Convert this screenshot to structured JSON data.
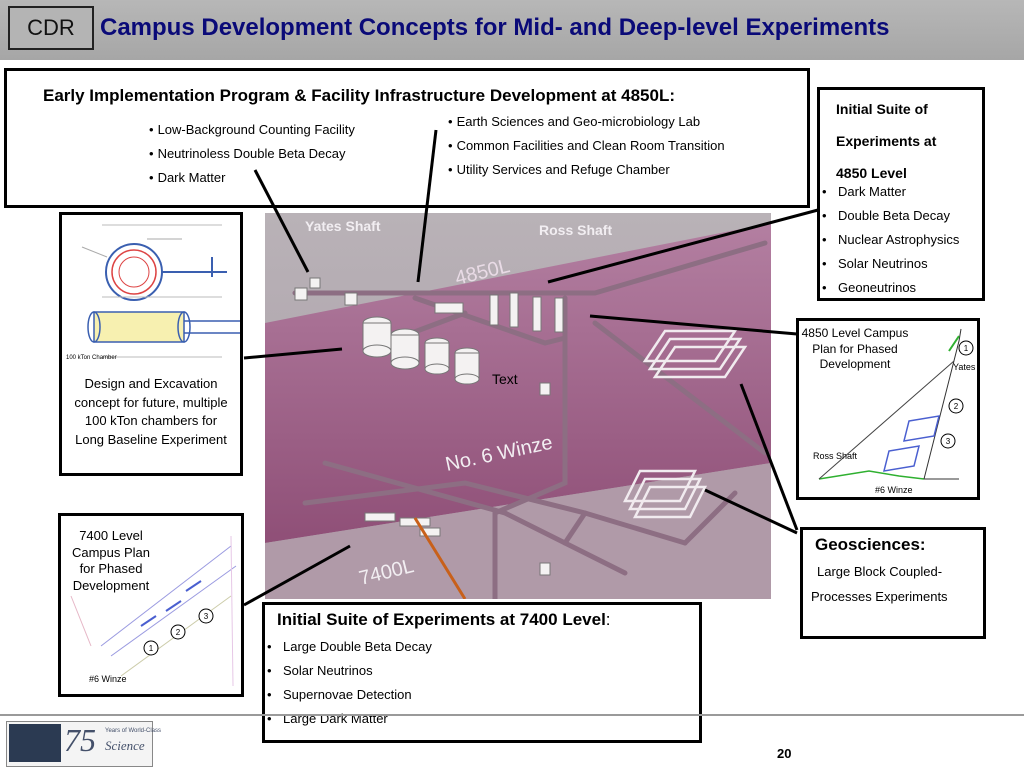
{
  "header": {
    "badge": "CDR",
    "title": "Campus Development Concepts for Mid- and Deep-level Experiments"
  },
  "early": {
    "heading": "Early Implementation Program & Facility Infrastructure Development at 4850L:",
    "col1": [
      "Low-Background Counting Facility",
      "Neutrinoless Double Beta Decay",
      "Dark Matter"
    ],
    "col2": [
      "Earth Sciences and Geo-microbiology Lab",
      "Common Facilities and Clean Room Transition",
      "Utility Services and Refuge Chamber"
    ]
  },
  "suite4850": {
    "heading_lines": [
      "Initial Suite of",
      "Experiments at",
      "4850 Level"
    ],
    "items": [
      "Dark Matter",
      "Double Beta Decay",
      "Nuclear Astrophysics",
      "Solar Neutrinos",
      "Geoneutrinos"
    ]
  },
  "design": {
    "caption": "Design and Excavation concept for future, multiple 100 kTon chambers for Long Baseline Experiment",
    "chamber_label": "100 kTon Chamber"
  },
  "render": {
    "yates": "Yates Shaft",
    "ross": "Ross Shaft",
    "level4850": "4850L",
    "winze": "No. 6 Winze",
    "level7400": "7400L",
    "placeholder": "Text"
  },
  "plan4850": {
    "title": "4850 Level Campus Plan for Phased Development",
    "yates": "Yates Shaft",
    "ross": "Ross Shaft",
    "winze": "#6 Winze",
    "markers": [
      "1",
      "2",
      "3"
    ]
  },
  "geo": {
    "heading": "Geosciences:",
    "lines": [
      "Large Block Coupled-",
      "Processes Experiments"
    ]
  },
  "plan7400": {
    "title": "7400 Level Campus Plan for Phased Development",
    "winze": "#6 Winze",
    "markers": [
      "1",
      "2",
      "3"
    ]
  },
  "suite7400": {
    "heading": "Initial Suite of Experiments at 7400 Level",
    "colon": ":",
    "items": [
      "Large Double Beta Decay",
      "Solar Neutrinos",
      "Supernovae Detection",
      "Large Dark Matter"
    ]
  },
  "footer": {
    "page": "20",
    "logo_number": "75",
    "logo_tagline": "Years of World-Class",
    "logo_word": "Science"
  },
  "colors": {
    "title_blue": "#0a0a78",
    "header_gray": "#aaaaaa",
    "render_purple": "#a07090"
  }
}
